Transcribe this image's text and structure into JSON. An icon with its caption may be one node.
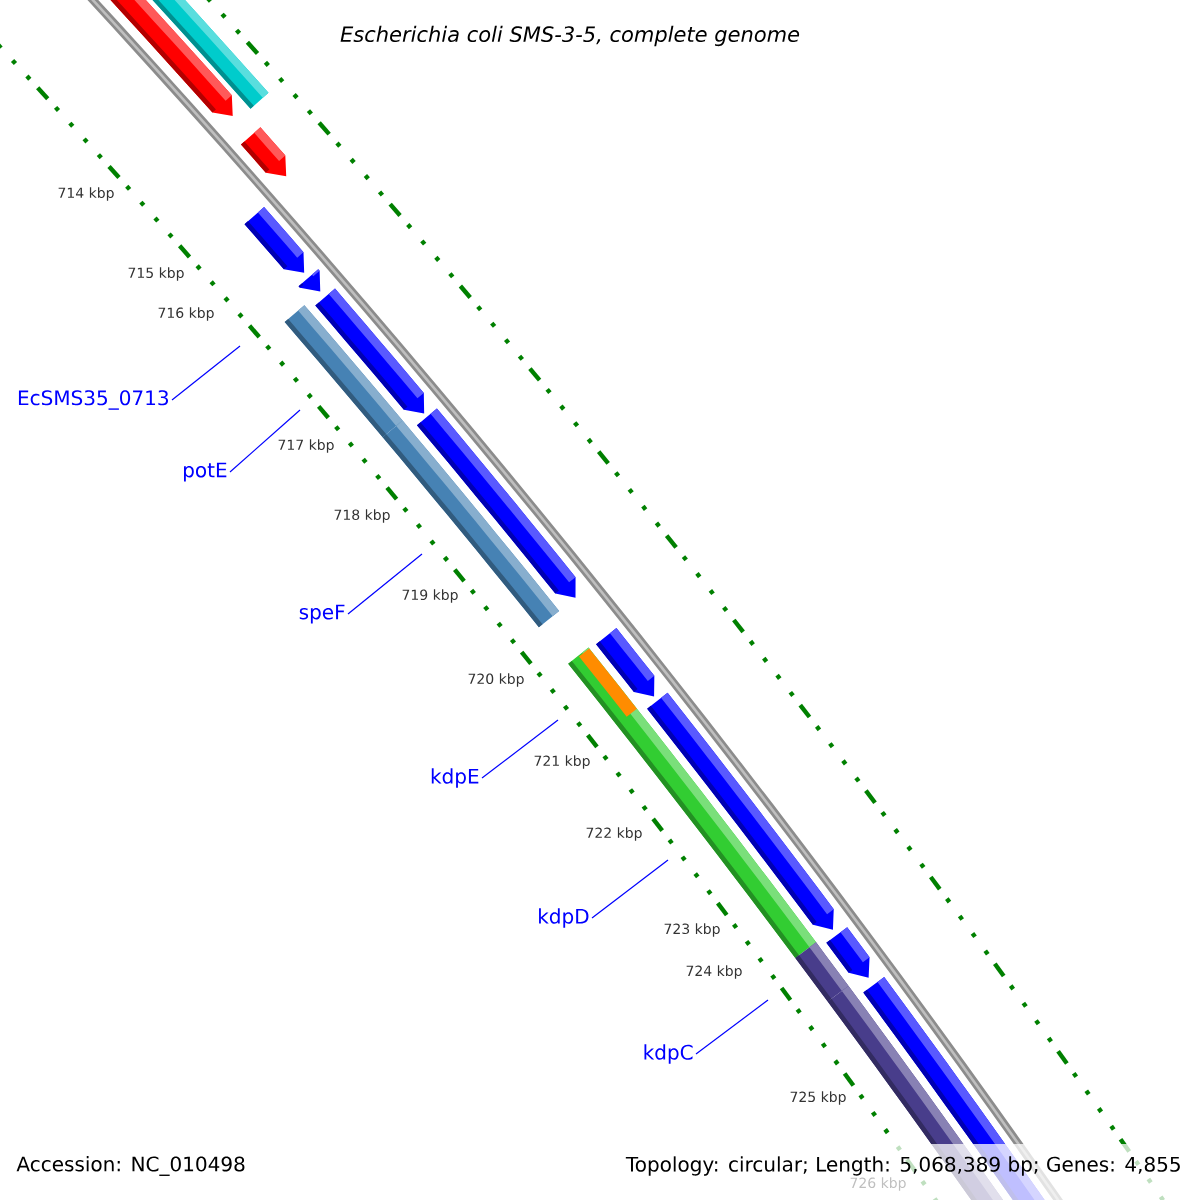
{
  "diagram": {
    "title": "Escherichia coli SMS-3-5, complete genome",
    "nodes": [
      {
        "text": [
          "EcSMS35_0713"
        ]
      },
      {
        "text": [
          "potE"
        ]
      },
      {
        "text": [
          "speF"
        ]
      },
      {
        "text": [
          "kdpE"
        ]
      },
      {
        "text": [
          "kdpD"
        ]
      },
      {
        "text": [
          "kdpC"
        ]
      }
    ],
    "edges": [
      {
        "from": 0,
        "to": null,
        "arrow": "none"
      },
      {
        "from": 1,
        "to": null,
        "arrow": "none"
      },
      {
        "from": 2,
        "to": null,
        "arrow": "none"
      },
      {
        "from": 3,
        "to": null,
        "arrow": "none"
      },
      {
        "from": 4,
        "to": null,
        "arrow": "none"
      },
      {
        "from": 5,
        "to": null,
        "arrow": "none"
      }
    ],
    "labels": [
      "714 kbp",
      "715 kbp",
      "716 kbp",
      "717 kbp",
      "718 kbp",
      "719 kbp",
      "720 kbp",
      "721 kbp",
      "722 kbp",
      "723 kbp",
      "724 kbp",
      "725 kbp",
      "726 kbp",
      "Accession: NC_010498",
      "Topology: circular; Length: 5,068,389 bp; Genes: 4,855"
    ]
  }
}
